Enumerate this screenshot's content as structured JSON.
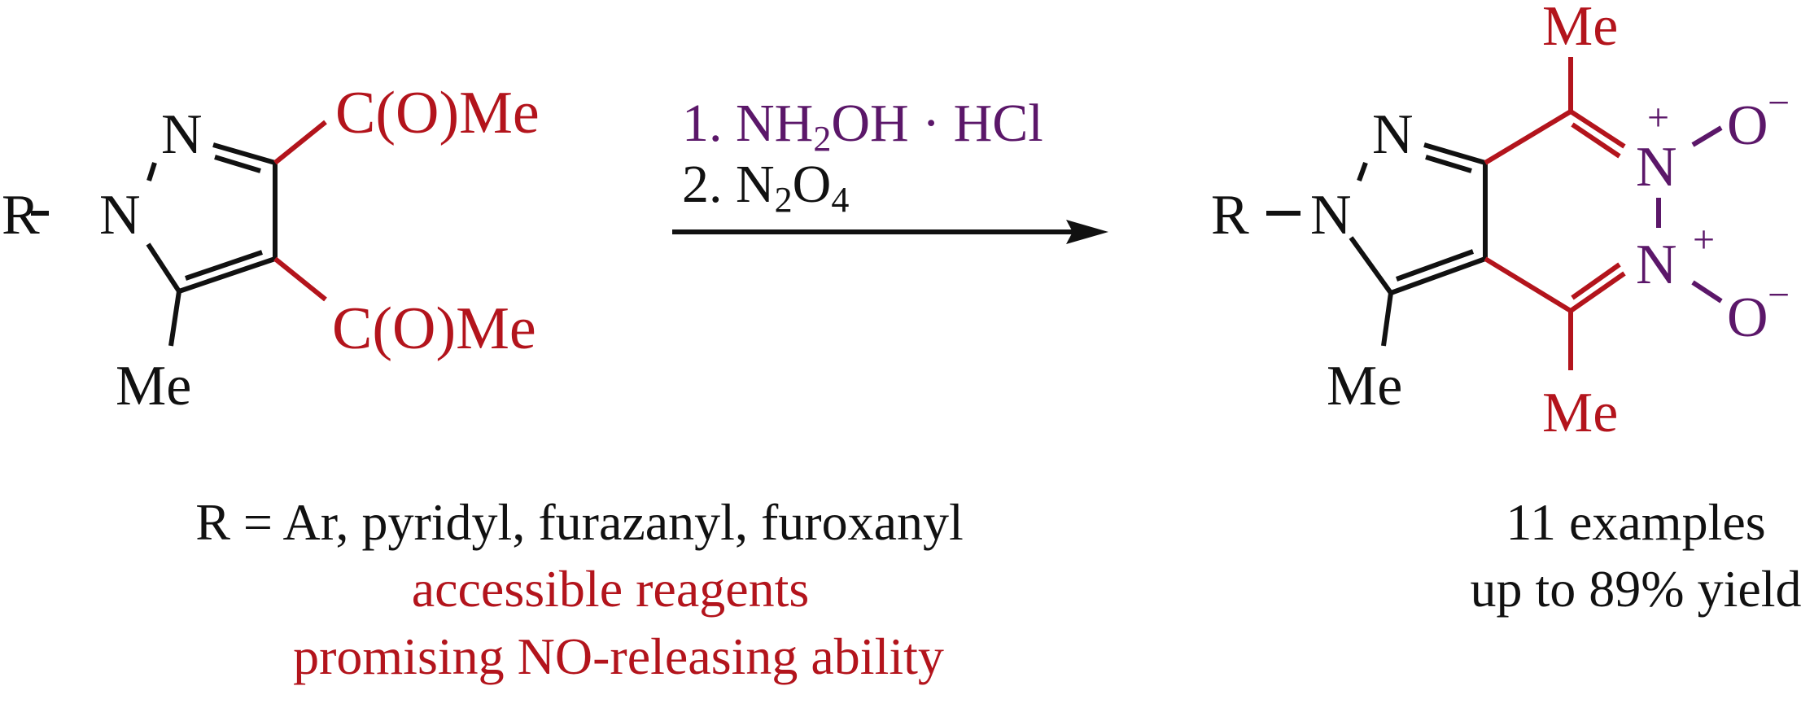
{
  "colors": {
    "black": "#111111",
    "red": "#b3141c",
    "purple": "#5b1769"
  },
  "reactant": {
    "r_label": "R",
    "n1_label": "N",
    "n2_label": "N",
    "me_label": "Me",
    "acyl_top": "C(O)Me",
    "acyl_bottom": "C(O)Me"
  },
  "conditions": {
    "step1_prefix": "1. NH",
    "step1_sub": "2",
    "step1_suffix": "OH · HCl",
    "step2_prefix": "2. N",
    "step2_sub1": "2",
    "step2_mid": "O",
    "step2_sub2": "4"
  },
  "product": {
    "r_label": "R",
    "n1_label": "N",
    "n2_label": "N",
    "me_pyrazole": "Me",
    "me_top": "Me",
    "me_bottom": "Me",
    "n_plus_top": "N",
    "n_plus_bottom": "N",
    "plus": "+",
    "o_minus_top": "O",
    "o_minus_bottom": "O",
    "minus": "−"
  },
  "notes": {
    "substituents": "R = Ar, pyridyl, furazanyl, furoxanyl",
    "feature1": "accessible reagents",
    "feature2": "promising NO-releasing ability",
    "examples": "11 examples",
    "yield": "up to 89% yield"
  }
}
